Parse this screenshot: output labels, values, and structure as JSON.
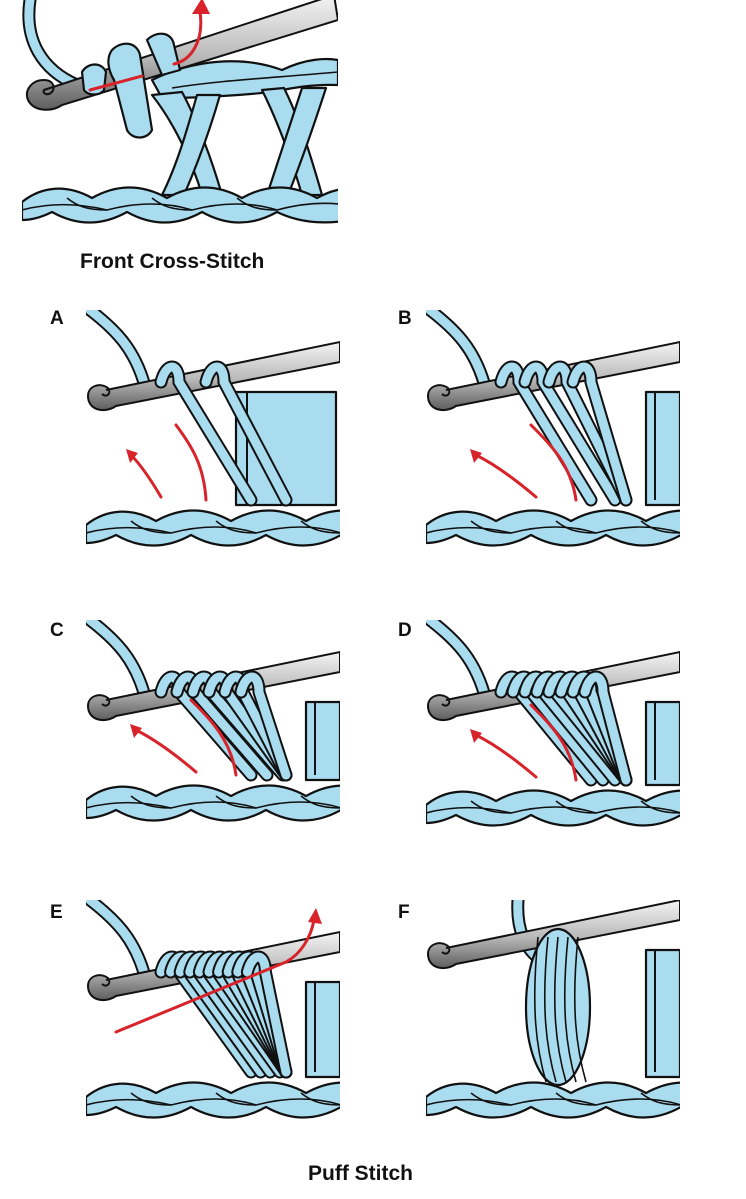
{
  "figure_top": {
    "caption": "Front Cross-Stitch"
  },
  "panels": [
    {
      "label": "A"
    },
    {
      "label": "B"
    },
    {
      "label": "C"
    },
    {
      "label": "D"
    },
    {
      "label": "E"
    },
    {
      "label": "F"
    }
  ],
  "figure_bottom": {
    "caption": "Puff Stitch"
  },
  "colors": {
    "yarn": "#a9dcef",
    "outline": "#111111",
    "arrow": "#d8232a",
    "hook_light": "#f2f2f2",
    "hook_dark": "#6d6d6d"
  },
  "loop_counts": {
    "A": 2,
    "B": 4,
    "C": 6,
    "D": 8,
    "E": 10,
    "F": 1
  }
}
